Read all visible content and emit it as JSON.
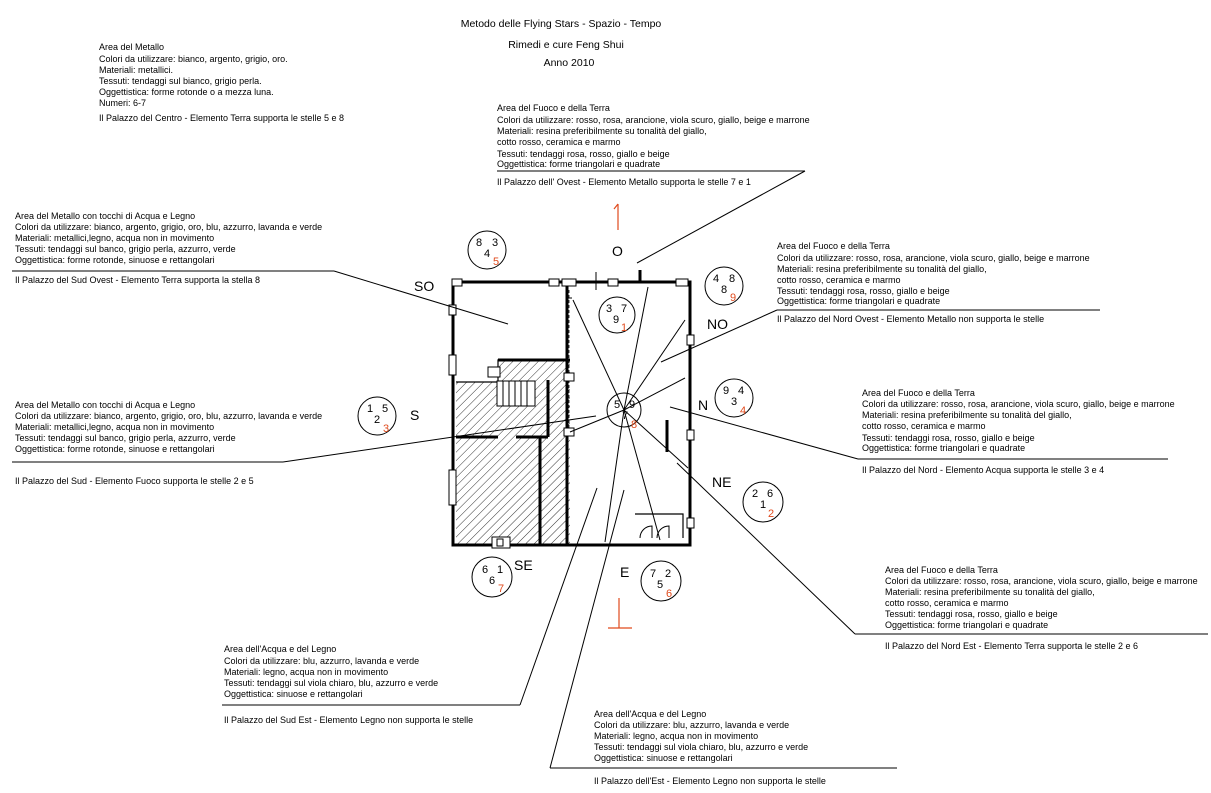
{
  "title": {
    "line1": "Metodo delle Flying Stars - Spazio - Tempo",
    "line2": "Rimedi e cure Feng Shui",
    "line3": "Anno 2010"
  },
  "directions": {
    "o": "O",
    "so": "SO",
    "no": "NO",
    "s": "S",
    "n": "N",
    "ne": "NE",
    "se": "SE",
    "e": "E"
  },
  "stars": {
    "center": {
      "tl": "5",
      "tr": "9",
      "mid": "7",
      "red": "8"
    },
    "o": {
      "tl": "3",
      "tr": "7",
      "mid": "9",
      "red": "1"
    },
    "so": {
      "tl": "8",
      "tr": "3",
      "mid": "4",
      "red": "5"
    },
    "no": {
      "tl": "4",
      "tr": "8",
      "mid": "8",
      "red": "9"
    },
    "s": {
      "tl": "1",
      "tr": "5",
      "mid": "2",
      "red": "3"
    },
    "n": {
      "tl": "9",
      "tr": "4",
      "mid": "3",
      "red": "4"
    },
    "ne": {
      "tl": "2",
      "tr": "6",
      "mid": "1",
      "red": "2"
    },
    "se": {
      "tl": "6",
      "tr": "1",
      "mid": "6",
      "red": "7"
    },
    "e": {
      "tl": "7",
      "tr": "2",
      "mid": "5",
      "red": "6"
    }
  },
  "notes": {
    "centro": {
      "lines": [
        "Area del Metallo",
        "Colori da utilizzare: bianco, argento, grigio, oro.",
        "Materiali: metallici.",
        "Tessuti: tendaggi sul bianco, grigio perla.",
        "Oggettistica: forme rotonde o a mezza luna.",
        "Numeri: 6-7"
      ],
      "palace": "Il Palazzo del Centro - Elemento Terra supporta le stelle 5 e 8"
    },
    "ovest": {
      "lines": [
        "Area del Fuoco e della Terra",
        "Colori da utilizzare: rosso, rosa, arancione, viola scuro, giallo, beige e marrone",
        "Materiali: resina preferibilmente su tonalità del giallo,",
        "cotto rosso, ceramica e marmo",
        "Tessuti: tendaggi rosa, rosso, giallo e beige",
        "Oggettistica: forme triangolari e quadrate"
      ],
      "palace": "Il Palazzo dell' Ovest - Elemento Metallo supporta le stelle 7 e 1"
    },
    "sudovest": {
      "lines": [
        "Area del Metallo con tocchi di Acqua e Legno",
        "Colori da utilizzare: bianco, argento, grigio, oro, blu, azzurro, lavanda e verde",
        "Materiali: metallici,legno, acqua non in movimento",
        "Tessuti: tendaggi sul banco, grigio perla, azzurro, verde",
        "Oggettistica: forme rotonde, sinuose e rettangolari"
      ],
      "palace": "Il Palazzo del Sud Ovest - Elemento Terra supporta la stella 8"
    },
    "nordovest": {
      "lines": [
        "Area del Fuoco e della Terra",
        "Colori da utilizzare: rosso, rosa, arancione, viola scuro, giallo, beige e marrone",
        "Materiali: resina preferibilmente su tonalità del giallo,",
        "cotto rosso, ceramica e marmo",
        "Tessuti: tendaggi rosa, rosso, giallo e beige",
        "Oggettistica: forme triangolari e quadrate"
      ],
      "palace": "Il Palazzo del Nord Ovest - Elemento Metallo non supporta le stelle"
    },
    "sud": {
      "lines": [
        "Area del Metallo con tocchi di Acqua e Legno",
        "Colori da utilizzare: bianco, argento, grigio, oro, blu, azzurro, lavanda e verde",
        "Materiali: metallici,legno, acqua non in movimento",
        "Tessuti: tendaggi sul banco, grigio perla, azzurro, verde",
        "Oggettistica: forme rotonde, sinuose e rettangolari"
      ],
      "palace": "Il Palazzo del Sud - Elemento Fuoco supporta le stelle 2 e 5"
    },
    "nord": {
      "lines": [
        "Area del Fuoco e della Terra",
        "Colori da utilizzare: rosso, rosa, arancione, viola scuro, giallo, beige e marrone",
        "Materiali: resina preferibilmente su tonalità del giallo,",
        "cotto rosso, ceramica e marmo",
        "Tessuti: tendaggi rosa, rosso, giallo e beige",
        "Oggettistica: forme triangolari e quadrate"
      ],
      "palace": "Il Palazzo del Nord - Elemento Acqua supporta le stelle 3 e 4"
    },
    "nordest": {
      "lines": [
        "Area del Fuoco e della Terra",
        "Colori da utilizzare: rosso, rosa, arancione, viola scuro, giallo, beige e marrone",
        "Materiali: resina preferibilmente su tonalità del giallo,",
        "cotto rosso, ceramica e marmo",
        "Tessuti: tendaggi rosa, rosso, giallo e beige",
        "Oggettistica: forme triangolari e quadrate"
      ],
      "palace": "Il Palazzo del Nord  Est - Elemento Terra supporta le stelle 2 e 6"
    },
    "sudest": {
      "lines": [
        "Area dell'Acqua e del Legno",
        "Colori da utilizzare: blu, azzurro, lavanda e verde",
        "Materiali: legno, acqua non in movimento",
        "Tessuti: tendaggi sul viola chiaro, blu, azzurro e verde",
        "Oggettistica: sinuose e rettangolari"
      ],
      "palace": "Il Palazzo del Sud Est - Elemento Legno non supporta le stelle"
    },
    "est": {
      "lines": [
        "Area dell'Acqua e del Legno",
        "Colori da utilizzare: blu, azzurro, lavanda e verde",
        "Materiali: legno, acqua non in movimento",
        "Tessuti: tendaggi sul viola chiaro, blu, azzurro e verde",
        "Oggettistica: sinuose e rettangolari"
      ],
      "palace": "Il Palazzo dell'Est - Elemento Legno non supporta le stelle"
    }
  },
  "colors": {
    "ink": "#000000",
    "accent": "#e04a1c"
  }
}
